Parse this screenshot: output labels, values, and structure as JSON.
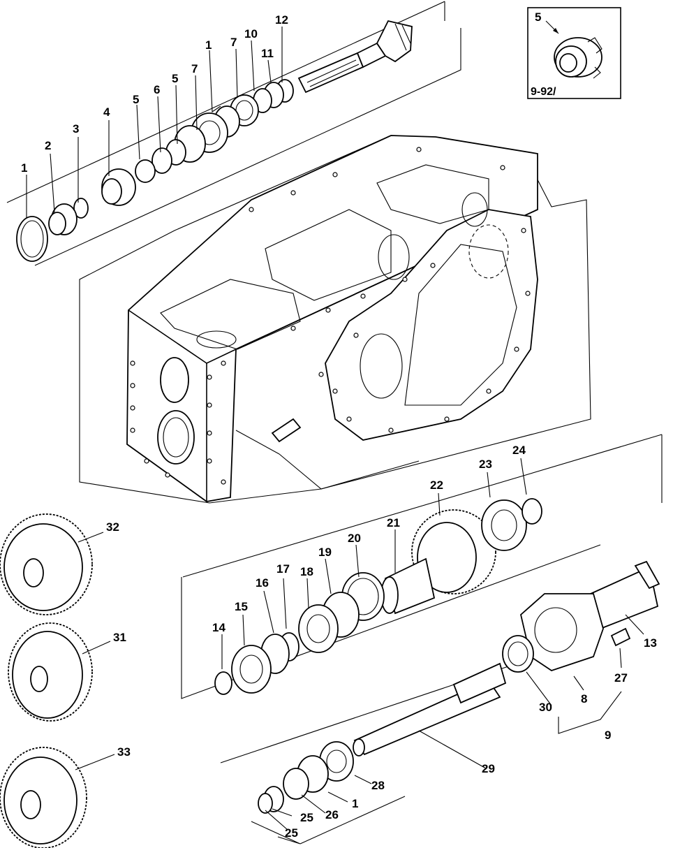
{
  "inset": {
    "ref": "9-92/",
    "part": "5"
  },
  "callouts": {
    "c1a": "1",
    "c2": "2",
    "c3": "3",
    "c4": "4",
    "c5a": "5",
    "c6": "6",
    "c5b": "5",
    "c7a": "7",
    "c1b": "1",
    "c7b": "7",
    "c10": "10",
    "c11": "11",
    "c12": "12",
    "c32": "32",
    "c31": "31",
    "c33": "33",
    "c14": "14",
    "c15": "15",
    "c16": "16",
    "c17": "17",
    "c18": "18",
    "c19": "19",
    "c20": "20",
    "c21": "21",
    "c22": "22",
    "c23": "23",
    "c24": "24",
    "c13": "13",
    "c27": "27",
    "c8": "8",
    "c30": "30",
    "c9": "9",
    "c29": "29",
    "c28": "28",
    "c1c": "1",
    "c26": "26",
    "c25a": "25",
    "c25b": "25"
  }
}
